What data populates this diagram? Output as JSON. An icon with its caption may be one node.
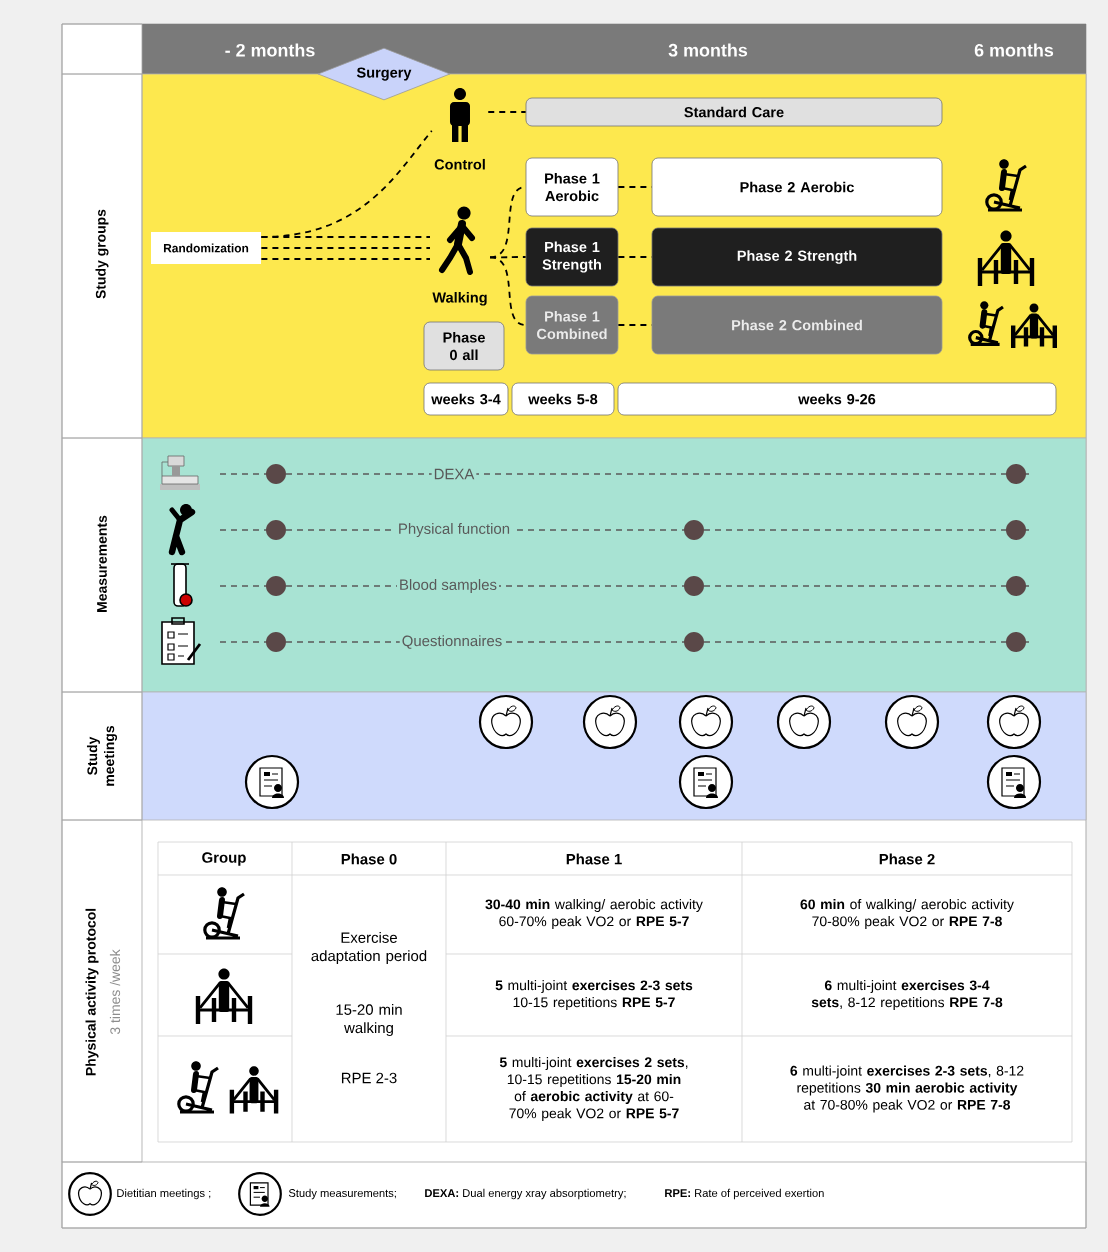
{
  "diagram": {
    "nodes": [
      {
        "text": [
          "Surgery"
        ]
      },
      {
        "text": [
          "Control"
        ]
      },
      {
        "text": [
          "Standard Care"
        ]
      },
      {
        "text": [
          "Randomization"
        ]
      },
      {
        "text": [
          "Walking"
        ]
      },
      {
        "text": [
          "Phase 1 Aerobic"
        ]
      },
      {
        "text": [
          "Phase 2 Aerobic"
        ]
      },
      {
        "text": [
          "Phase 1 Strength"
        ]
      },
      {
        "text": [
          "Phase 2 Strength"
        ]
      },
      {
        "text": [
          "Phase 1 Combined"
        ]
      },
      {
        "text": [
          "Phase 2 Combined"
        ]
      },
      {
        "text": [
          "Phase 0 all"
        ]
      },
      {
        "text": [
          "weeks 3-4"
        ]
      },
      {
        "text": [
          "weeks 5-8"
        ]
      },
      {
        "text": [
          "weeks 9-26"
        ]
      }
    ],
    "edges": [
      {
        "from": 3,
        "to": 1,
        "arrow": "none",
        "style": "dashed"
      },
      {
        "from": 3,
        "to": 4,
        "arrow": "none",
        "style": "dashed"
      },
      {
        "from": 3,
        "to": 4,
        "arrow": "none",
        "style": "dashed"
      },
      {
        "from": 3,
        "to": 4,
        "arrow": "none",
        "style": "dashed"
      },
      {
        "from": 1,
        "to": 2,
        "arrow": "none",
        "style": "dashed"
      },
      {
        "from": 4,
        "to": 5,
        "arrow": "none",
        "style": "dashed"
      },
      {
        "from": 4,
        "to": 7,
        "arrow": "none",
        "style": "dashed"
      },
      {
        "from": 4,
        "to": 9,
        "arrow": "none",
        "style": "dashed"
      },
      {
        "from": 5,
        "to": 6,
        "arrow": "none",
        "style": "dashed"
      },
      {
        "from": 7,
        "to": 8,
        "arrow": "none",
        "style": "dashed"
      },
      {
        "from": 9,
        "to": 10,
        "arrow": "none",
        "style": "dashed"
      }
    ],
    "labels": [
      "- 2 months",
      "3 months",
      "6 months",
      "Study groups",
      "Measurements",
      "Study meetings",
      "Physical activity protocol",
      "3 times /week",
      "DEXA",
      "Physical function",
      "Blood samples",
      "Questionnaires",
      "Group",
      "Phase 0",
      "Phase 1",
      "Phase 2",
      "**30-40 min** walking/ aerobic activity 60-70% peak VO2 or **RPE 5-7**",
      "**60 min** of walking/ aerobic activity 70-80% peak VO2 or **RPE 7-8**",
      "Exercise adaptation period",
      "15-20 min walking",
      "RPE 2-3",
      "**5** multi-joint **exercises** **2-3 sets** 10-15 repetitions **RPE 5-7**",
      "**6** multi-joint **exercises** **3-4 sets**, 8-12 repetitions **RPE 7-8**",
      "**5** multi-joint **exercises** **2 sets**, 10-15 repetitions **15-20 min** of **aerobic activity** at 60-70% peak VO2 or **RPE 5-7**",
      "**6** multi-joint **exercises** **2-3 sets**, 8-12 repetitions **30 min aerobic activity** at 70-80% peak VO2 or **RPE 7-8**",
      "**DEXA:** Dual energy xray absorptiometry;",
      "**RPE:** Rate of perceived exertion"
    ],
    "legend": [
      {
        "text": "Dietitian meetings ;"
      },
      {
        "text": "Study measurements;"
      }
    ]
  }
}
